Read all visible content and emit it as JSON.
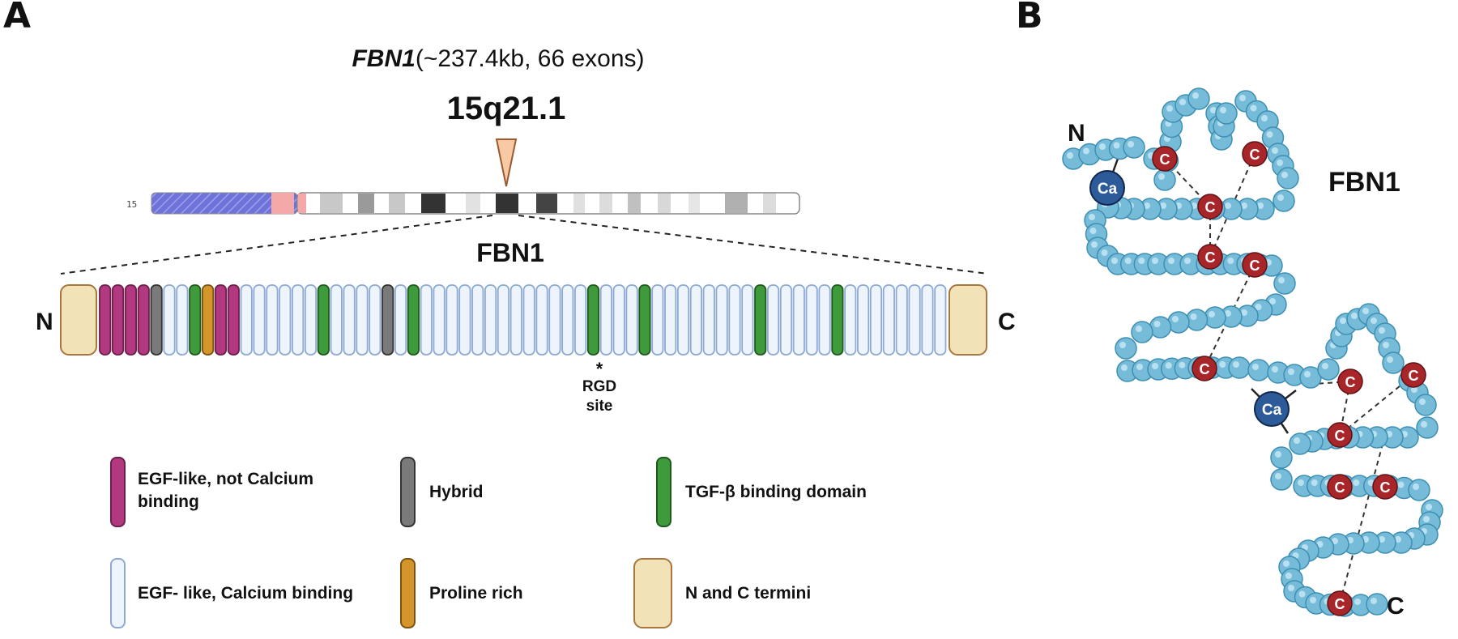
{
  "panel_a": {
    "letter": "A",
    "gene_name": "FBN1",
    "gene_detail": "(~237.4kb, 66 exons)",
    "locus": "15q21.1",
    "chromosome_number": "15",
    "protein_name": "FBN1",
    "n_terminus": "N",
    "c_terminus": "C",
    "rgd_marker": "*",
    "rgd_line1": "RGD",
    "rgd_line2": "site",
    "domain_sequence": [
      "ncEGF",
      "ncEGF",
      "ncEGF",
      "ncEGF",
      "hyb",
      "cbEGF",
      "cbEGF",
      "tgf",
      "pro",
      "ncEGF",
      "ncEGF",
      "cbEGF",
      "cbEGF",
      "cbEGF",
      "cbEGF",
      "cbEGF",
      "cbEGF",
      "tgf",
      "cbEGF",
      "cbEGF",
      "cbEGF",
      "cbEGF",
      "hyb",
      "cbEGF",
      "tgf",
      "cbEGF",
      "cbEGF",
      "cbEGF",
      "cbEGF",
      "cbEGF",
      "cbEGF",
      "cbEGF",
      "cbEGF",
      "cbEGF",
      "cbEGF",
      "cbEGF",
      "cbEGF",
      "cbEGF",
      "tgf",
      "cbEGF",
      "cbEGF",
      "cbEGF",
      "tgf",
      "cbEGF",
      "cbEGF",
      "cbEGF",
      "cbEGF",
      "cbEGF",
      "cbEGF",
      "cbEGF",
      "cbEGF",
      "tgf",
      "cbEGF",
      "cbEGF",
      "cbEGF",
      "cbEGF",
      "cbEGF",
      "tgf",
      "cbEGF",
      "cbEGF",
      "cbEGF",
      "cbEGF",
      "cbEGF",
      "cbEGF",
      "cbEGF",
      "cbEGF"
    ],
    "legend": {
      "ncEGF": "EGF-like, not Calcium binding",
      "hybrid": "Hybrid",
      "tgf": "TGF-β binding domain",
      "cbEGF": "EGF- like, Calcium binding",
      "proline": "Proline rich",
      "termini": "N and C termini"
    },
    "colors": {
      "ncEGF": "#b2397f",
      "hybrid": "#7a7a7a",
      "tgf": "#3f9a3c",
      "cbEGF": "#eef4fb",
      "proline": "#d4952a",
      "termini": "#f2e2b8",
      "chromosome_p_arm": "#6f73d9",
      "centromere": "#f4a8a8"
    }
  },
  "panel_b": {
    "letter": "B",
    "protein_name": "FBN1",
    "n_terminus": "N",
    "c_terminus": "C",
    "calcium_label": "Ca",
    "cysteine_label": "C",
    "colors": {
      "residue": "#76bcd9",
      "cysteine": "#a8262a",
      "calcium": "#2d5b9a"
    }
  }
}
